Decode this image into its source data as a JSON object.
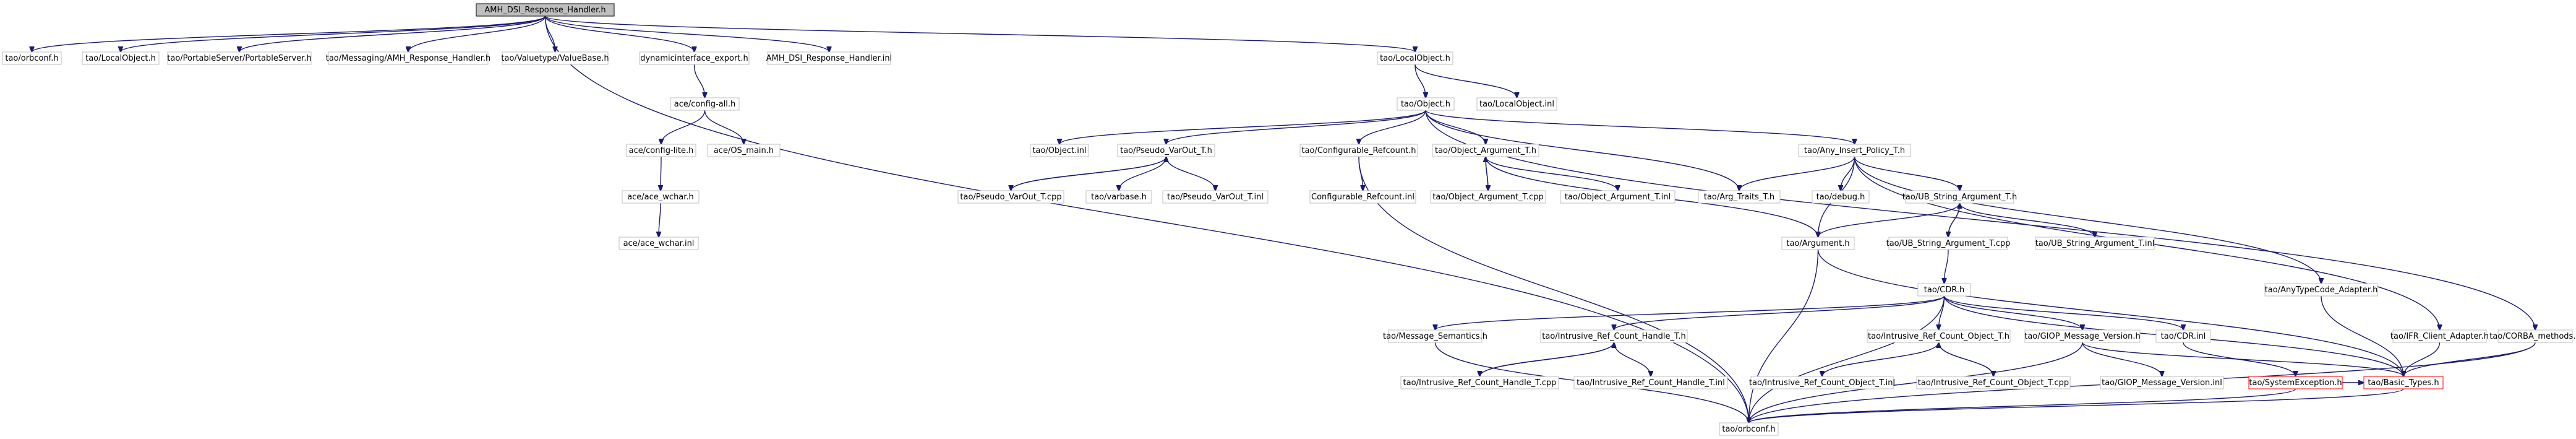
{
  "diagram": {
    "title": "",
    "colors": {
      "edge": "#191970",
      "node_border": "#bfbfbf",
      "root_fill": "#bfbfbf",
      "root_border": "#000000",
      "highlight_border": "#ff0000"
    },
    "nodes": {
      "root": "AMH_DSI_Response_Handler.h",
      "orbconf_top": "tao/orbconf.h",
      "localobject_left": "tao/LocalObject.h",
      "portableserver": "tao/PortableServer/PortableServer.h",
      "amh_response_handler": "tao/Messaging/AMH_Response_Handler.h",
      "valuebase": "tao/Valuetype/ValueBase.h",
      "dynamicinterface_export": "dynamicinterface_export.h",
      "root_inl": "AMH_DSI_Response_Handler.inl",
      "localobject_right": "tao/LocalObject.h",
      "config_all": "ace/config-all.h",
      "config_lite": "ace/config-lite.h",
      "os_main": "ace/OS_main.h",
      "ace_wchar_h": "ace/ace_wchar.h",
      "ace_wchar_inl": "ace/ace_wchar.inl",
      "object_h": "tao/Object.h",
      "localobject_inl": "tao/LocalObject.inl",
      "object_inl": "tao/Object.inl",
      "pseudo_varout_h": "tao/Pseudo_VarOut_T.h",
      "pseudo_varout_cpp": "tao/Pseudo_VarOut_T.cpp",
      "varbase": "tao/varbase.h",
      "pseudo_varout_inl": "tao/Pseudo_VarOut_T.inl",
      "configurable_refcount_h": "tao/Configurable_Refcount.h",
      "configurable_refcount_inl": "Configurable_Refcount.inl",
      "object_argument_h": "tao/Object_Argument_T.h",
      "object_argument_cpp": "tao/Object_Argument_T.cpp",
      "object_argument_inl": "tao/Object_Argument_T.inl",
      "arg_traits": "tao/Arg_Traits_T.h",
      "any_insert_policy": "tao/Any_Insert_Policy_T.h",
      "debug": "tao/debug.h",
      "ub_string_h": "tao/UB_String_Argument_T.h",
      "ub_string_cpp": "tao/UB_String_Argument_T.cpp",
      "ub_string_inl": "tao/UB_String_Argument_T.inl",
      "argument": "tao/Argument.h",
      "cdr_h": "tao/CDR.h",
      "anytypecode_adapter": "tao/AnyTypeCode_Adapter.h",
      "ifr_client_adapter": "tao/IFR_Client_Adapter.h",
      "corba_methods": "tao/CORBA_methods.h",
      "message_semantics": "tao/Message_Semantics.h",
      "intrusive_handle_h": "tao/Intrusive_Ref_Count_Handle_T.h",
      "intrusive_handle_cpp": "tao/Intrusive_Ref_Count_Handle_T.cpp",
      "intrusive_handle_inl": "tao/Intrusive_Ref_Count_Handle_T.inl",
      "intrusive_object_h": "tao/Intrusive_Ref_Count_Object_T.h",
      "intrusive_object_inl": "tao/Intrusive_Ref_Count_Object_T.inl",
      "intrusive_object_cpp": "tao/Intrusive_Ref_Count_Object_T.cpp",
      "giop_version_h": "tao/GIOP_Message_Version.h",
      "giop_version_inl": "tao/GIOP_Message_Version.inl",
      "cdr_inl": "tao/CDR.inl",
      "systemexception": "tao/SystemException.h",
      "basic_types": "tao/Basic_Types.h",
      "orbconf_bottom": "tao/orbconf.h"
    },
    "edges": [
      [
        "root",
        "orbconf_top"
      ],
      [
        "root",
        "localobject_left"
      ],
      [
        "root",
        "portableserver"
      ],
      [
        "root",
        "amh_response_handler"
      ],
      [
        "root",
        "valuebase"
      ],
      [
        "root",
        "dynamicinterface_export"
      ],
      [
        "root",
        "root_inl"
      ],
      [
        "root",
        "localobject_right"
      ],
      [
        "root",
        "orbconf_bottom"
      ],
      [
        "dynamicinterface_export",
        "config_all"
      ],
      [
        "config_all",
        "config_lite"
      ],
      [
        "config_all",
        "os_main"
      ],
      [
        "config_lite",
        "ace_wchar_h"
      ],
      [
        "ace_wchar_h",
        "ace_wchar_inl"
      ],
      [
        "localobject_right",
        "object_h"
      ],
      [
        "localobject_right",
        "localobject_inl"
      ],
      [
        "object_h",
        "object_inl"
      ],
      [
        "object_h",
        "pseudo_varout_h"
      ],
      [
        "object_h",
        "configurable_refcount_h"
      ],
      [
        "object_h",
        "object_argument_h"
      ],
      [
        "object_h",
        "arg_traits"
      ],
      [
        "object_h",
        "any_insert_policy"
      ],
      [
        "object_h",
        "corba_methods"
      ],
      [
        "pseudo_varout_h",
        "pseudo_varout_cpp"
      ],
      [
        "pseudo_varout_cpp",
        "pseudo_varout_h"
      ],
      [
        "pseudo_varout_h",
        "varbase"
      ],
      [
        "pseudo_varout_h",
        "pseudo_varout_inl"
      ],
      [
        "configurable_refcount_h",
        "configurable_refcount_inl"
      ],
      [
        "configurable_refcount_h",
        "orbconf_bottom"
      ],
      [
        "object_argument_h",
        "object_argument_cpp"
      ],
      [
        "object_argument_cpp",
        "object_argument_h"
      ],
      [
        "object_argument_h",
        "object_argument_inl"
      ],
      [
        "object_argument_h",
        "argument"
      ],
      [
        "any_insert_policy",
        "arg_traits"
      ],
      [
        "any_insert_policy",
        "debug"
      ],
      [
        "any_insert_policy",
        "ub_string_h"
      ],
      [
        "any_insert_policy",
        "argument"
      ],
      [
        "any_insert_policy",
        "anytypecode_adapter"
      ],
      [
        "any_insert_policy",
        "ifr_client_adapter"
      ],
      [
        "ub_string_h",
        "ub_string_cpp"
      ],
      [
        "ub_string_cpp",
        "ub_string_h"
      ],
      [
        "ub_string_h",
        "ub_string_inl"
      ],
      [
        "ub_string_h",
        "argument"
      ],
      [
        "ub_string_cpp",
        "cdr_h"
      ],
      [
        "argument",
        "orbconf_bottom"
      ],
      [
        "argument",
        "basic_types"
      ],
      [
        "cdr_h",
        "message_semantics"
      ],
      [
        "cdr_h",
        "intrusive_handle_h"
      ],
      [
        "cdr_h",
        "intrusive_object_h"
      ],
      [
        "cdr_h",
        "giop_version_h"
      ],
      [
        "cdr_h",
        "cdr_inl"
      ],
      [
        "cdr_h",
        "basic_types"
      ],
      [
        "cdr_h",
        "orbconf_bottom"
      ],
      [
        "intrusive_handle_h",
        "intrusive_handle_cpp"
      ],
      [
        "intrusive_handle_cpp",
        "intrusive_handle_h"
      ],
      [
        "intrusive_handle_h",
        "intrusive_handle_inl"
      ],
      [
        "intrusive_object_h",
        "intrusive_object_inl"
      ],
      [
        "intrusive_object_h",
        "intrusive_object_cpp"
      ],
      [
        "intrusive_object_cpp",
        "intrusive_object_h"
      ],
      [
        "giop_version_h",
        "giop_version_inl"
      ],
      [
        "giop_version_h",
        "basic_types"
      ],
      [
        "giop_version_h",
        "orbconf_bottom"
      ],
      [
        "cdr_inl",
        "systemexception"
      ],
      [
        "systemexception",
        "basic_types"
      ],
      [
        "systemexception",
        "orbconf_bottom"
      ],
      [
        "message_semantics",
        "orbconf_bottom"
      ],
      [
        "anytypecode_adapter",
        "basic_types"
      ],
      [
        "ifr_client_adapter",
        "basic_types"
      ],
      [
        "corba_methods",
        "basic_types"
      ],
      [
        "corba_methods",
        "orbconf_bottom"
      ],
      [
        "basic_types",
        "orbconf_bottom"
      ]
    ]
  }
}
